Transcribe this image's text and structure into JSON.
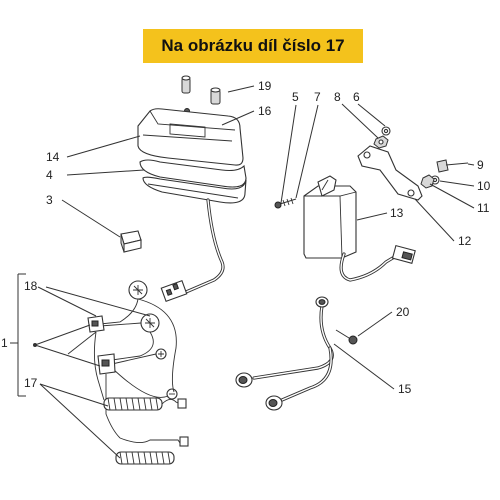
{
  "banner": {
    "text": "Na obrázku díl číslo 17",
    "color": "#f4c21c"
  },
  "callouts": {
    "c19": "19",
    "c16": "16",
    "c14": "14",
    "c4": "4",
    "c3": "3",
    "c5": "5",
    "c7": "7",
    "c8": "8",
    "c6": "6",
    "c9": "9",
    "c10": "10",
    "c11": "11",
    "c12": "12",
    "c13": "13",
    "c18": "18",
    "c1": "1",
    "c17": "17",
    "c20": "20",
    "c15": "15"
  }
}
